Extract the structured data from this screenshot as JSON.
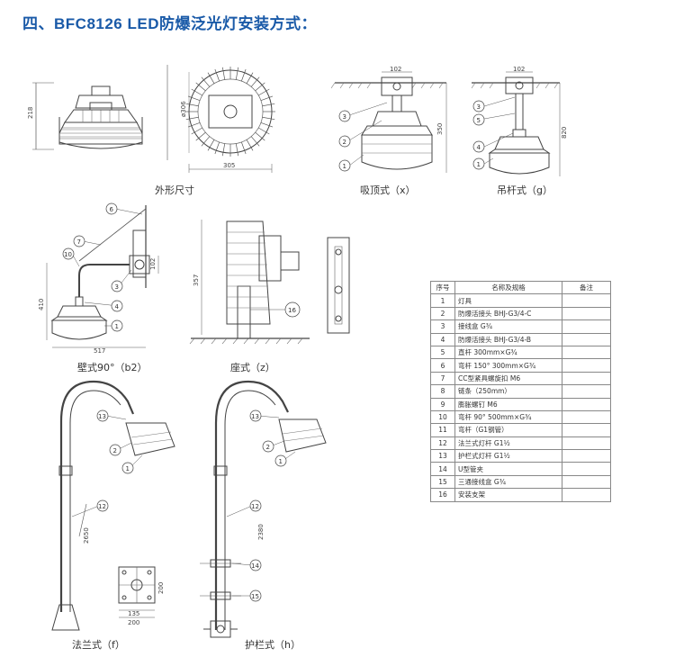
{
  "title": "四、BFC8126 LED防爆泛光灯安装方式：",
  "captions": {
    "outline": "外形尺寸",
    "ceiling": "吸顶式（x）",
    "pendant": "吊杆式（g）",
    "wall": "壁式90°（b2）",
    "seat": "座式（z）",
    "flange": "法兰式（f）",
    "rail": "护栏式（h）"
  },
  "dimensions": {
    "height_218": "218",
    "dia_306": "ø306",
    "width_305": "305",
    "top_102_a": "102",
    "h_350": "350",
    "top_102_b": "102",
    "h_820": "820",
    "h_410": "410",
    "w_517": "517",
    "h_357": "357",
    "v_102": "102",
    "pole_2650": "2650",
    "pole_2380": "2380",
    "base_200": "200",
    "base_135": "135",
    "base_r": "200"
  },
  "callouts": {
    "ceiling": [
      "3",
      "2",
      "1"
    ],
    "pendant": [
      "3",
      "5",
      "4",
      "1"
    ],
    "wall": [
      "6",
      "7",
      "10",
      "3",
      "4",
      "1"
    ],
    "seat": [
      "16"
    ],
    "flange": [
      "13",
      "2",
      "1",
      "12"
    ],
    "rail": [
      "13",
      "2",
      "1",
      "12",
      "14",
      "15"
    ]
  },
  "parts_table": {
    "headers": [
      "序号",
      "名称及规格",
      "备注"
    ],
    "rows": [
      {
        "no": "1",
        "name": "灯具"
      },
      {
        "no": "2",
        "name": "防爆活接头 BHJ-G3/4-C"
      },
      {
        "no": "3",
        "name": "接线盒 G¾"
      },
      {
        "no": "4",
        "name": "防爆活接头 BHJ-G3/4-B"
      },
      {
        "no": "5",
        "name": "直杆 300mm×G¾"
      },
      {
        "no": "6",
        "name": "弯杆 150° 300mm×G¾"
      },
      {
        "no": "7",
        "name": "CC型紧具螺旋扣 M6"
      },
      {
        "no": "8",
        "name": "链条（250mm）"
      },
      {
        "no": "9",
        "name": "膨胀螺钉  M6"
      },
      {
        "no": "10",
        "name": "弯杆 90° 500mm×G¾"
      },
      {
        "no": "11",
        "name": "弯杆（G1钢管）"
      },
      {
        "no": "12",
        "name": "法兰式灯杆 G1½"
      },
      {
        "no": "13",
        "name": "护栏式灯杆 G1½"
      },
      {
        "no": "14",
        "name": "U型管夹"
      },
      {
        "no": "15",
        "name": "三通接线盒 G¾"
      },
      {
        "no": "16",
        "name": "安装支架"
      }
    ]
  }
}
